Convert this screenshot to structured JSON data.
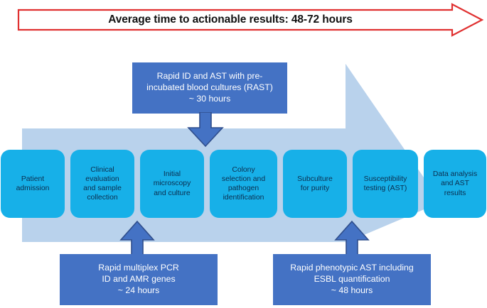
{
  "banner": {
    "text": "Average time to actionable results: 48-72 hours",
    "border_color": "#E03030",
    "fill_color": "#FFFFFF"
  },
  "process_arrow": {
    "color": "#B9D2EC",
    "direction": "right"
  },
  "colors": {
    "step_box": "#17B0E8",
    "step_text": "#0B2E4F",
    "callout_box": "#4472C4",
    "callout_text": "#FFFFFF",
    "connector": "#4472C4",
    "connector_outline": "#2F4E8C",
    "background_arrow": "#B9D2EC",
    "banner_outline": "#E03030"
  },
  "steps": [
    {
      "id": "patient-admission",
      "lines": [
        "Patient",
        "admission"
      ]
    },
    {
      "id": "clinical-evaluation",
      "lines": [
        "Clinical",
        "evaluation",
        "and sample",
        "collection"
      ]
    },
    {
      "id": "initial-microscopy",
      "lines": [
        "Initial",
        "microscopy",
        "and culture"
      ]
    },
    {
      "id": "colony-selection",
      "lines": [
        "Colony",
        "selection and",
        "pathogen",
        "identification"
      ]
    },
    {
      "id": "subculture-for-purity",
      "lines": [
        "Subculture",
        "for purity"
      ]
    },
    {
      "id": "susceptibility-testing",
      "lines": [
        "Susceptibility",
        "testing (AST)"
      ]
    },
    {
      "id": "data-analysis",
      "lines": [
        "Data analysis",
        "and AST",
        "results"
      ]
    }
  ],
  "callouts": {
    "rast": {
      "lines": [
        "Rapid ID and AST with pre-",
        "incubated blood cultures (RAST)",
        "~ 30 hours"
      ],
      "duration": "~ 30 hours",
      "arrow_direction": "down"
    },
    "pcr": {
      "lines": [
        "Rapid multiplex PCR",
        "ID and AMR genes",
        "~ 24 hours"
      ],
      "duration": "~ 24 hours",
      "arrow_direction": "up"
    },
    "phenotypic_ast": {
      "lines": [
        "Rapid phenotypic AST including",
        "ESBL quantification",
        "~ 48 hours"
      ],
      "duration": "~ 48 hours",
      "arrow_direction": "up"
    }
  }
}
